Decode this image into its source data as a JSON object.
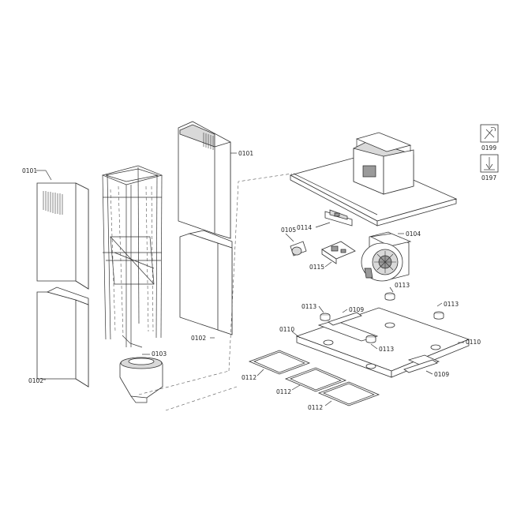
{
  "labels": {
    "p0101_left": "0101",
    "p0101_right": "0101",
    "p0102_left": "0102",
    "p0102_right": "0102",
    "p0103": "0103",
    "p0104": "0104",
    "p0105": "0105",
    "p0109_a": "0109",
    "p0109_b": "0109",
    "p0110_a": "0110",
    "p0110_b": "0110",
    "p0112_a": "0112",
    "p0112_b": "0112",
    "p0112_c": "0112",
    "p0113_a": "0113",
    "p0113_b": "0113",
    "p0113_c": "0113",
    "p0113_d": "0113",
    "p0114": "0114",
    "p0115": "0115",
    "p0199": "0199",
    "p0197": "0197"
  },
  "icons": {
    "tools_icon": "wrench-screwdriver-icon",
    "install_icon": "screwdriver-down-icon"
  },
  "colors": {
    "line": "#333333",
    "shade": "#d9d9d9",
    "background": "#ffffff"
  }
}
